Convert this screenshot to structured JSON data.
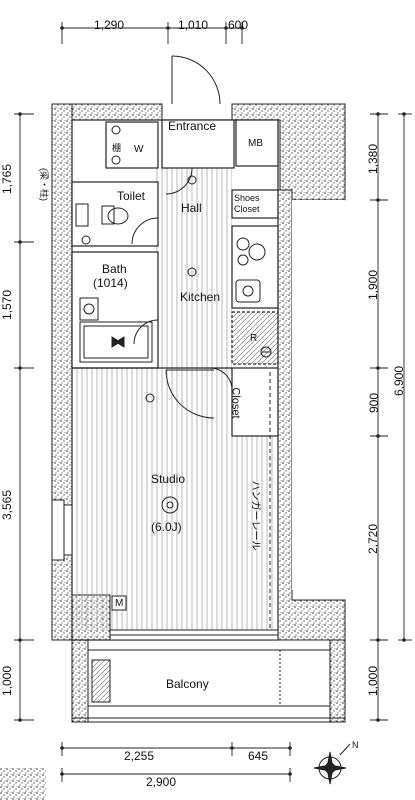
{
  "rooms": {
    "entrance": "Entrance",
    "mb": "MB",
    "toilet": "Toilet",
    "shoes_closet": "Shoes\nCloset",
    "hall": "Hall",
    "bath": "Bath",
    "bath_size": "(1014)",
    "kitchen": "Kitchen",
    "closet": "Closet",
    "studio": "Studio",
    "studio_size": "(6.0J)",
    "balcony": "Balcony",
    "hanger_rail": "ハンガーレール"
  },
  "symbols": {
    "washer": "W",
    "refrigerator": "R",
    "meter": "M",
    "shelf_mark": "棚",
    "pillar_note": "(梁・柱)"
  },
  "dimensions": {
    "top": [
      "1,290",
      "1,010",
      "600"
    ],
    "left": [
      "1,765",
      "1,570",
      "3,565",
      "1,000"
    ],
    "right_inner": [
      "1,380",
      "1,900",
      "900",
      "2,720",
      "1,000"
    ],
    "right_total": "6,900",
    "bottom_upper": [
      "2,255",
      "645"
    ],
    "bottom_total": "2,900"
  },
  "compass": {
    "north": "N"
  }
}
